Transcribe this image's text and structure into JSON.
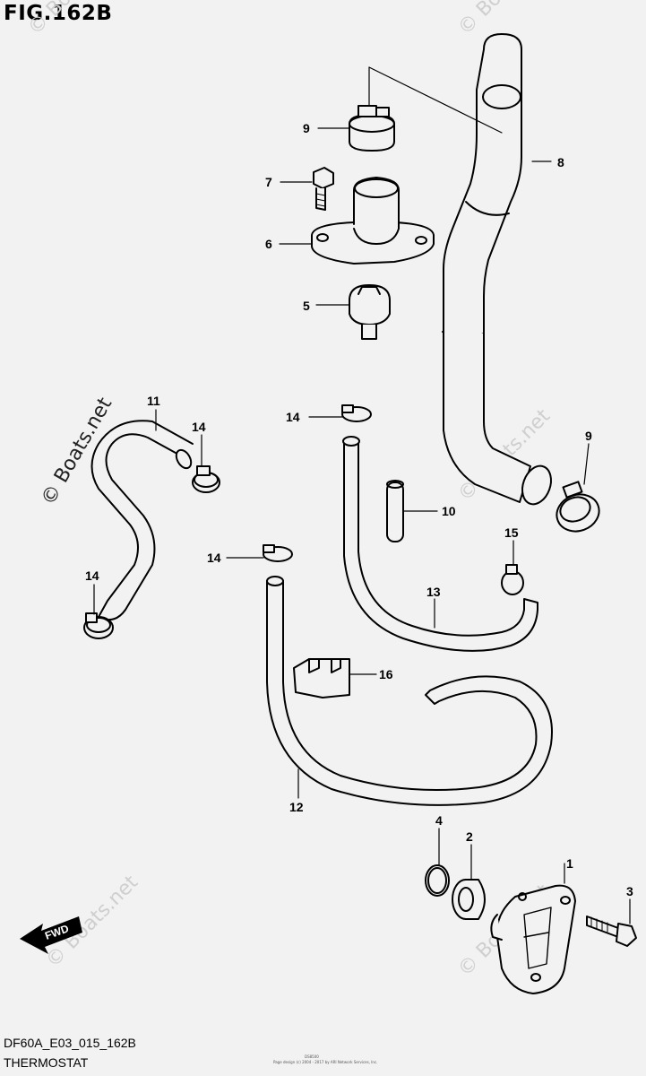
{
  "figure": {
    "title": "FIG.162B",
    "code": "DF60A_E03_015_162B",
    "name": "THERMOSTAT",
    "small_center_code": "DS8500",
    "small_copyright": "Page design (c) 2004 - 2017 by ARI Network Services, Inc."
  },
  "watermark": {
    "text": "© Boats.net"
  },
  "direction": {
    "label": "FWD"
  },
  "callouts": [
    {
      "id": "1",
      "label": "1"
    },
    {
      "id": "2",
      "label": "2"
    },
    {
      "id": "3",
      "label": "3"
    },
    {
      "id": "4",
      "label": "4"
    },
    {
      "id": "5",
      "label": "5"
    },
    {
      "id": "6",
      "label": "6"
    },
    {
      "id": "7",
      "label": "7"
    },
    {
      "id": "8",
      "label": "8"
    },
    {
      "id": "9a",
      "label": "9"
    },
    {
      "id": "9b",
      "label": "9"
    },
    {
      "id": "10",
      "label": "10"
    },
    {
      "id": "11",
      "label": "11"
    },
    {
      "id": "12",
      "label": "12"
    },
    {
      "id": "13",
      "label": "13"
    },
    {
      "id": "14a",
      "label": "14"
    },
    {
      "id": "14b",
      "label": "14"
    },
    {
      "id": "14c",
      "label": "14"
    },
    {
      "id": "14d",
      "label": "14"
    },
    {
      "id": "15",
      "label": "15"
    },
    {
      "id": "16",
      "label": "16"
    }
  ]
}
